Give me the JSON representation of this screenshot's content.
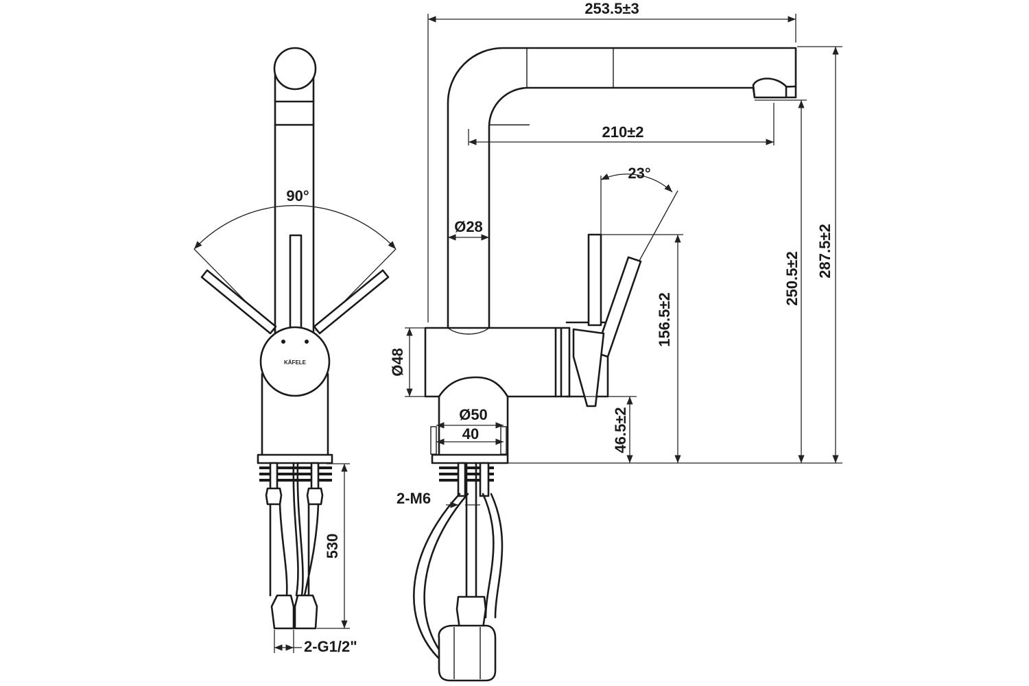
{
  "logo_text": "KÄFELE",
  "front_view": {
    "swing_angle": "90°",
    "hose_length": "530",
    "connector": "2-G1/2\""
  },
  "side_view": {
    "overall_reach": "253.5±3",
    "spout_reach": "210±2",
    "lever_angle": "23°",
    "spout_diameter": "Ø28",
    "body_diameter": "Ø48",
    "base_diameter": "Ø50",
    "base_width": "40",
    "bolts": "2-M6",
    "lever_height": "156.5±2",
    "body_height": "46.5±2",
    "outlet_height": "250.5±2",
    "total_height": "287.5±2"
  }
}
